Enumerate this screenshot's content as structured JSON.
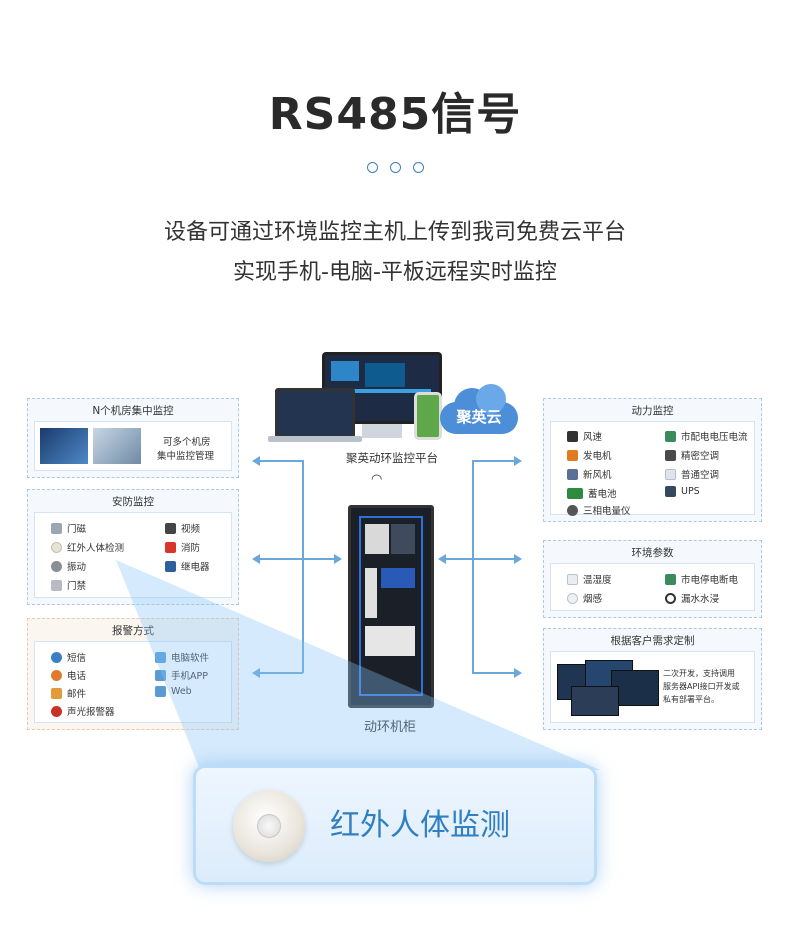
{
  "header": {
    "title": "RS485信号",
    "subtitle_line1": "设备可通过环境监控主机上传到我司免费云平台",
    "subtitle_line2": "实现手机-电脑-平板远程实时监控"
  },
  "center": {
    "platform_label": "聚英动环监控平台",
    "cloud_label": "聚英云",
    "cabinet_label": "动环机柜"
  },
  "panels": {
    "multi_room": {
      "title": "N个机房集中监控",
      "text1": "可多个机房",
      "text2": "集中监控管理"
    },
    "security": {
      "title": "安防监控",
      "items": [
        "门磁",
        "视频",
        "红外人体检测",
        "消防",
        "振动",
        "继电器",
        "门禁"
      ]
    },
    "alarm": {
      "title": "报警方式",
      "items": [
        "短信",
        "电脑软件",
        "电话",
        "手机APP",
        "邮件",
        "Web",
        "声光报警器"
      ]
    },
    "power": {
      "title": "动力监控",
      "items": [
        "风速",
        "市配电电压电流",
        "发电机",
        "精密空调",
        "新风机",
        "普通空调",
        "蓄电池",
        "UPS",
        "三相电量仪"
      ]
    },
    "environment": {
      "title": "环境参数",
      "items": [
        "温湿度",
        "市电停电断电",
        "烟感",
        "漏水水浸"
      ]
    },
    "custom": {
      "title": "根据客户需求定制",
      "text1": "二次开发，支持调用",
      "text2": "服务器API接口开发或",
      "text3": "私有部署平台。"
    }
  },
  "callout": {
    "label": "红外人体监测"
  },
  "colors": {
    "accent": "#3a7fc4",
    "arrow": "#6aa8dc",
    "callout_text": "#2f7fc1"
  }
}
